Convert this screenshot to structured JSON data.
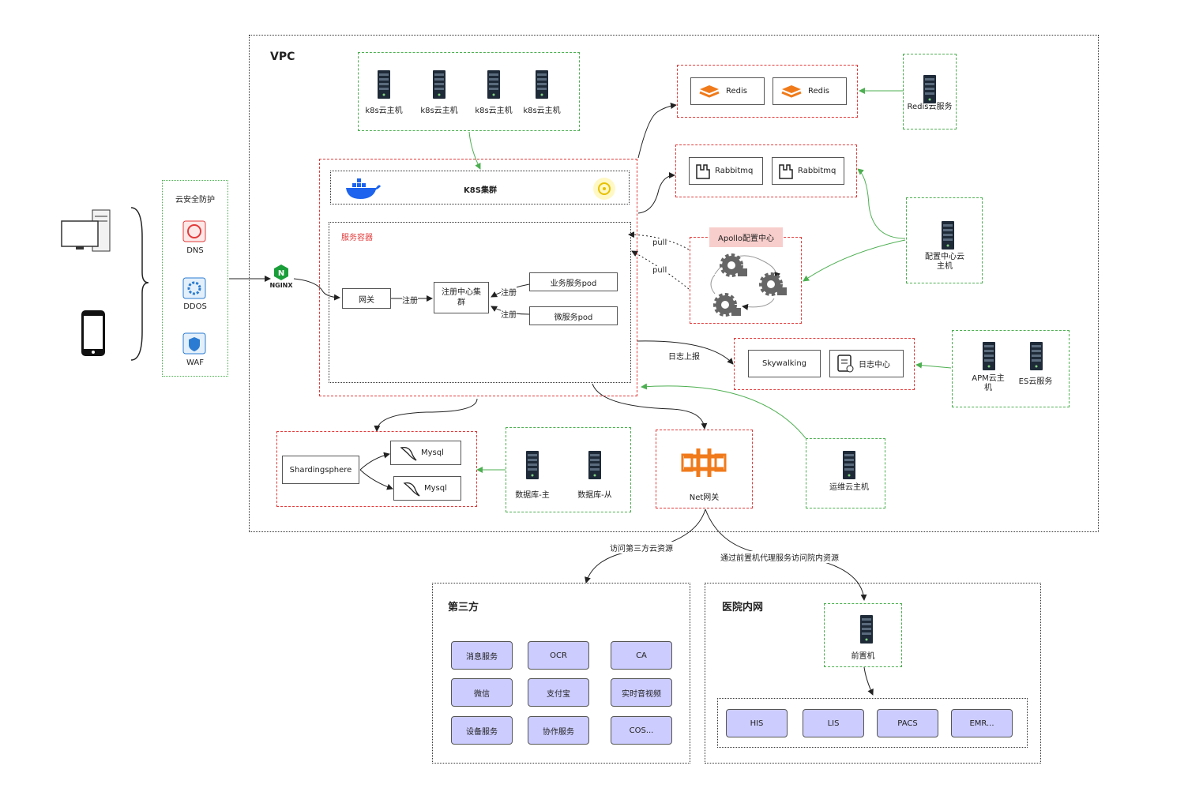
{
  "vpc": {
    "title": "VPC"
  },
  "security": {
    "title": "云安全防护",
    "items": [
      "DNS",
      "DDOS",
      "WAF"
    ]
  },
  "nginx": {
    "label": "NGINX"
  },
  "k8s": {
    "hosts": [
      "k8s云主机",
      "k8s云主机",
      "k8s云主机",
      "k8s云主机"
    ],
    "cluster_label": "K8S集群"
  },
  "service_container": {
    "title": "服务容器",
    "gateway": "网关",
    "registry": "注册中心集群",
    "business_pod": "业务服务pod",
    "micro_pod": "微服务pod",
    "register_label": "注册"
  },
  "redis": {
    "nodes": [
      "Redis",
      "Redis"
    ],
    "cloud": "Redis云服务"
  },
  "rabbitmq": {
    "nodes": [
      "Rabbitmq",
      "Rabbitmq"
    ]
  },
  "apollo": {
    "title": "Apollo配置中心",
    "pull": "pull",
    "host": "配置中心云主机"
  },
  "logging": {
    "report": "日志上报",
    "skywalking": "Skywalking",
    "log_center": "日志中心",
    "apm": "APM云主机",
    "es": "ES云服务"
  },
  "database": {
    "sharding": "Shardingsphere",
    "mysql": [
      "Mysql",
      "Mysql"
    ],
    "master": "数据库-主",
    "slave": "数据库-从"
  },
  "net_gateway": {
    "label": "Net网关"
  },
  "ops": {
    "label": "运维云主机"
  },
  "edges": {
    "third_party": "访问第三方云资源",
    "hospital": "通过前置机代理服务访问院内资源"
  },
  "third_party": {
    "title": "第三方",
    "items": [
      "消息服务",
      "OCR",
      "CA",
      "微信",
      "支付宝",
      "实时音视频",
      "设备服务",
      "协作服务",
      "COS..."
    ]
  },
  "hospital": {
    "title": "医院内网",
    "front": "前置机",
    "items": [
      "HIS",
      "LIS",
      "PACS",
      "EMR..."
    ]
  },
  "colors": {
    "red": "#e23b3b",
    "green": "#4caf50",
    "pill": "#ccccff",
    "orange": "#f07a1a"
  }
}
